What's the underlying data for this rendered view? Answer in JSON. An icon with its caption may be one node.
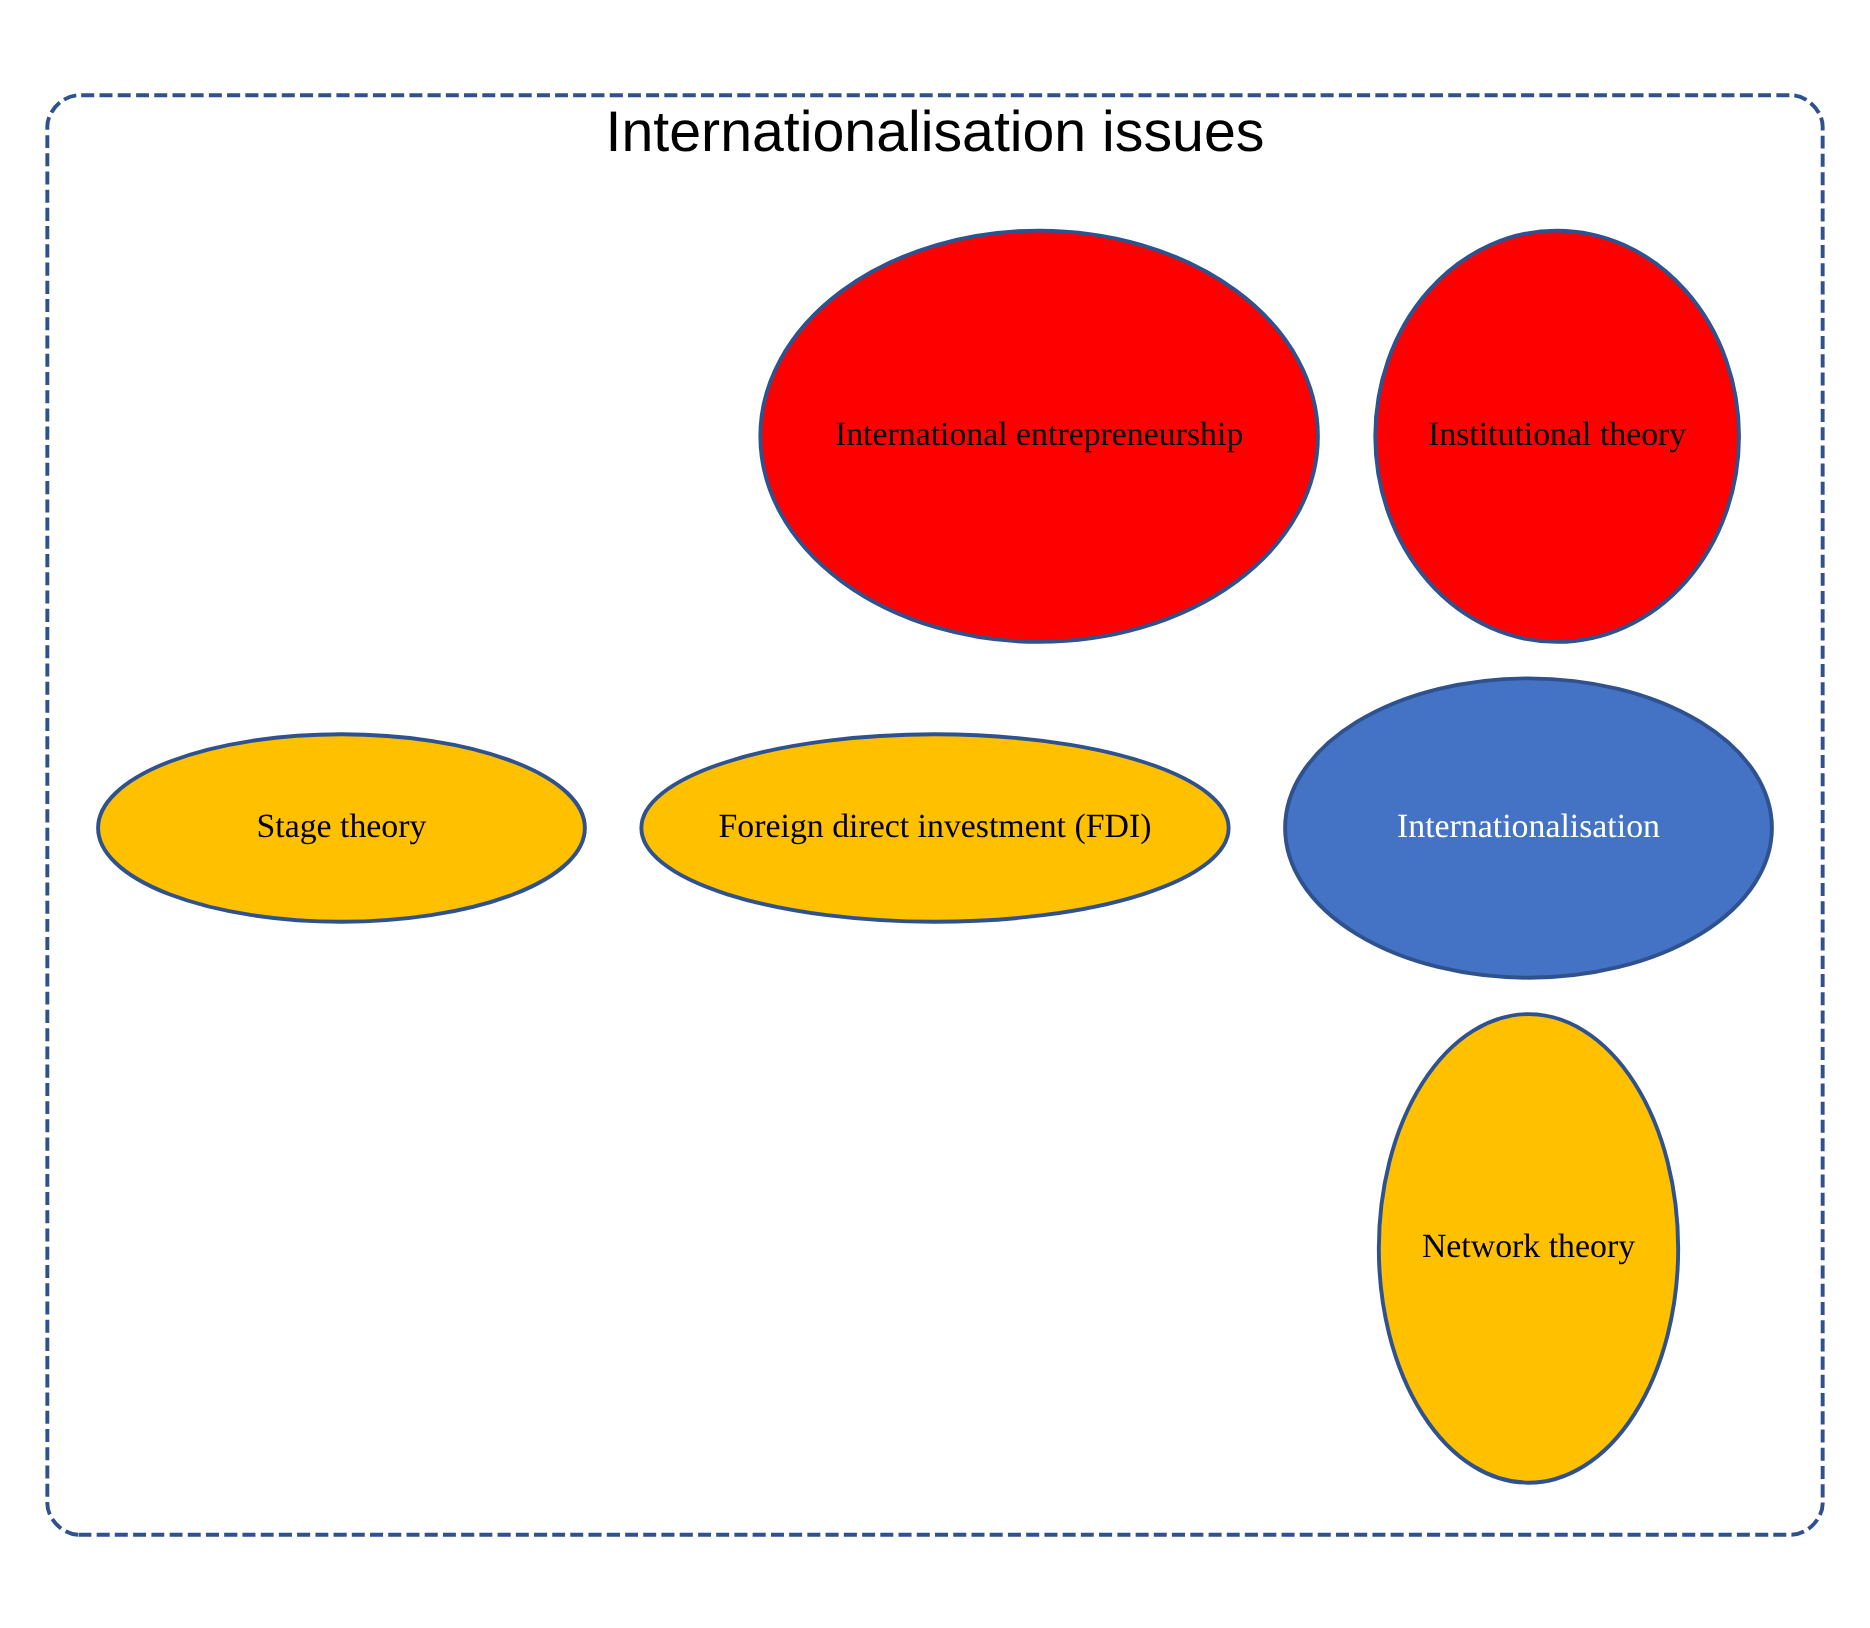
{
  "diagram": {
    "nodes": [
      {
        "text": [
          "Internationalisation issues"
        ]
      },
      {
        "text": [
          "Internationalisation"
        ],
        "in": 0
      },
      {
        "text": [
          "Institutional theory"
        ],
        "in": 0
      },
      {
        "text": [
          "International entrepreneurship"
        ],
        "in": 0
      },
      {
        "text": [
          "Foreign direct investment (FDI)"
        ],
        "in": 0
      },
      {
        "text": [
          "Stage theory"
        ],
        "in": 0
      },
      {
        "text": [
          "Network theory"
        ],
        "in": 0
      }
    ],
    "edges": []
  }
}
